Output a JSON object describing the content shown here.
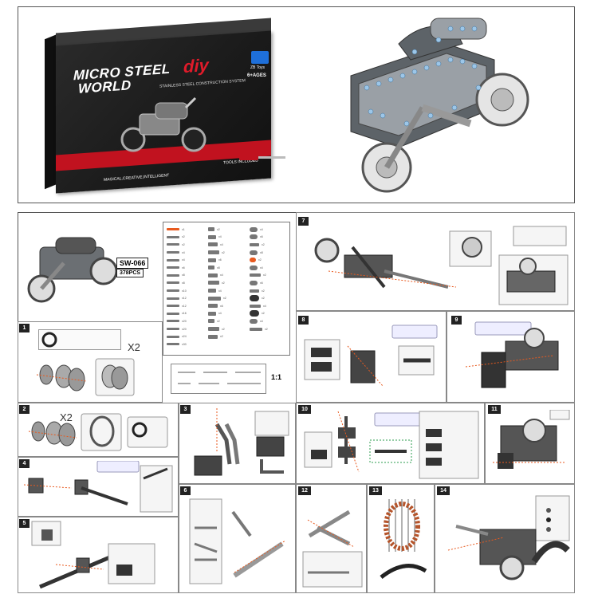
{
  "box": {
    "title_line1": "MICRO STEEL",
    "title_line2": "WORLD",
    "brand": "diy",
    "subtitle": "STAINLESS STEEL CONSTRUCTION SYSTEM",
    "ages": "6+AGES",
    "logo_text": "ZB Toys",
    "tagline": "MAGICAL,CREATIVE,INTELLIGENT",
    "tools_label": "TOOLS INCLUDED"
  },
  "model": {
    "code": "SW-066",
    "pieces": "378PCS"
  },
  "scale_label": "1:1",
  "steps": [
    {
      "number": "1",
      "multiplier": "X2"
    },
    {
      "number": "2",
      "multiplier": "X2"
    },
    {
      "number": "3"
    },
    {
      "number": "4"
    },
    {
      "number": "5"
    },
    {
      "number": "6"
    },
    {
      "number": "7"
    },
    {
      "number": "8"
    },
    {
      "number": "9"
    },
    {
      "number": "10"
    },
    {
      "number": "11"
    },
    {
      "number": "12"
    },
    {
      "number": "13"
    },
    {
      "number": "14"
    }
  ],
  "colors": {
    "accent_red": "#c1121f",
    "screw_orange": "#e85a1f",
    "bolt_blue": "#9cc6e8"
  }
}
